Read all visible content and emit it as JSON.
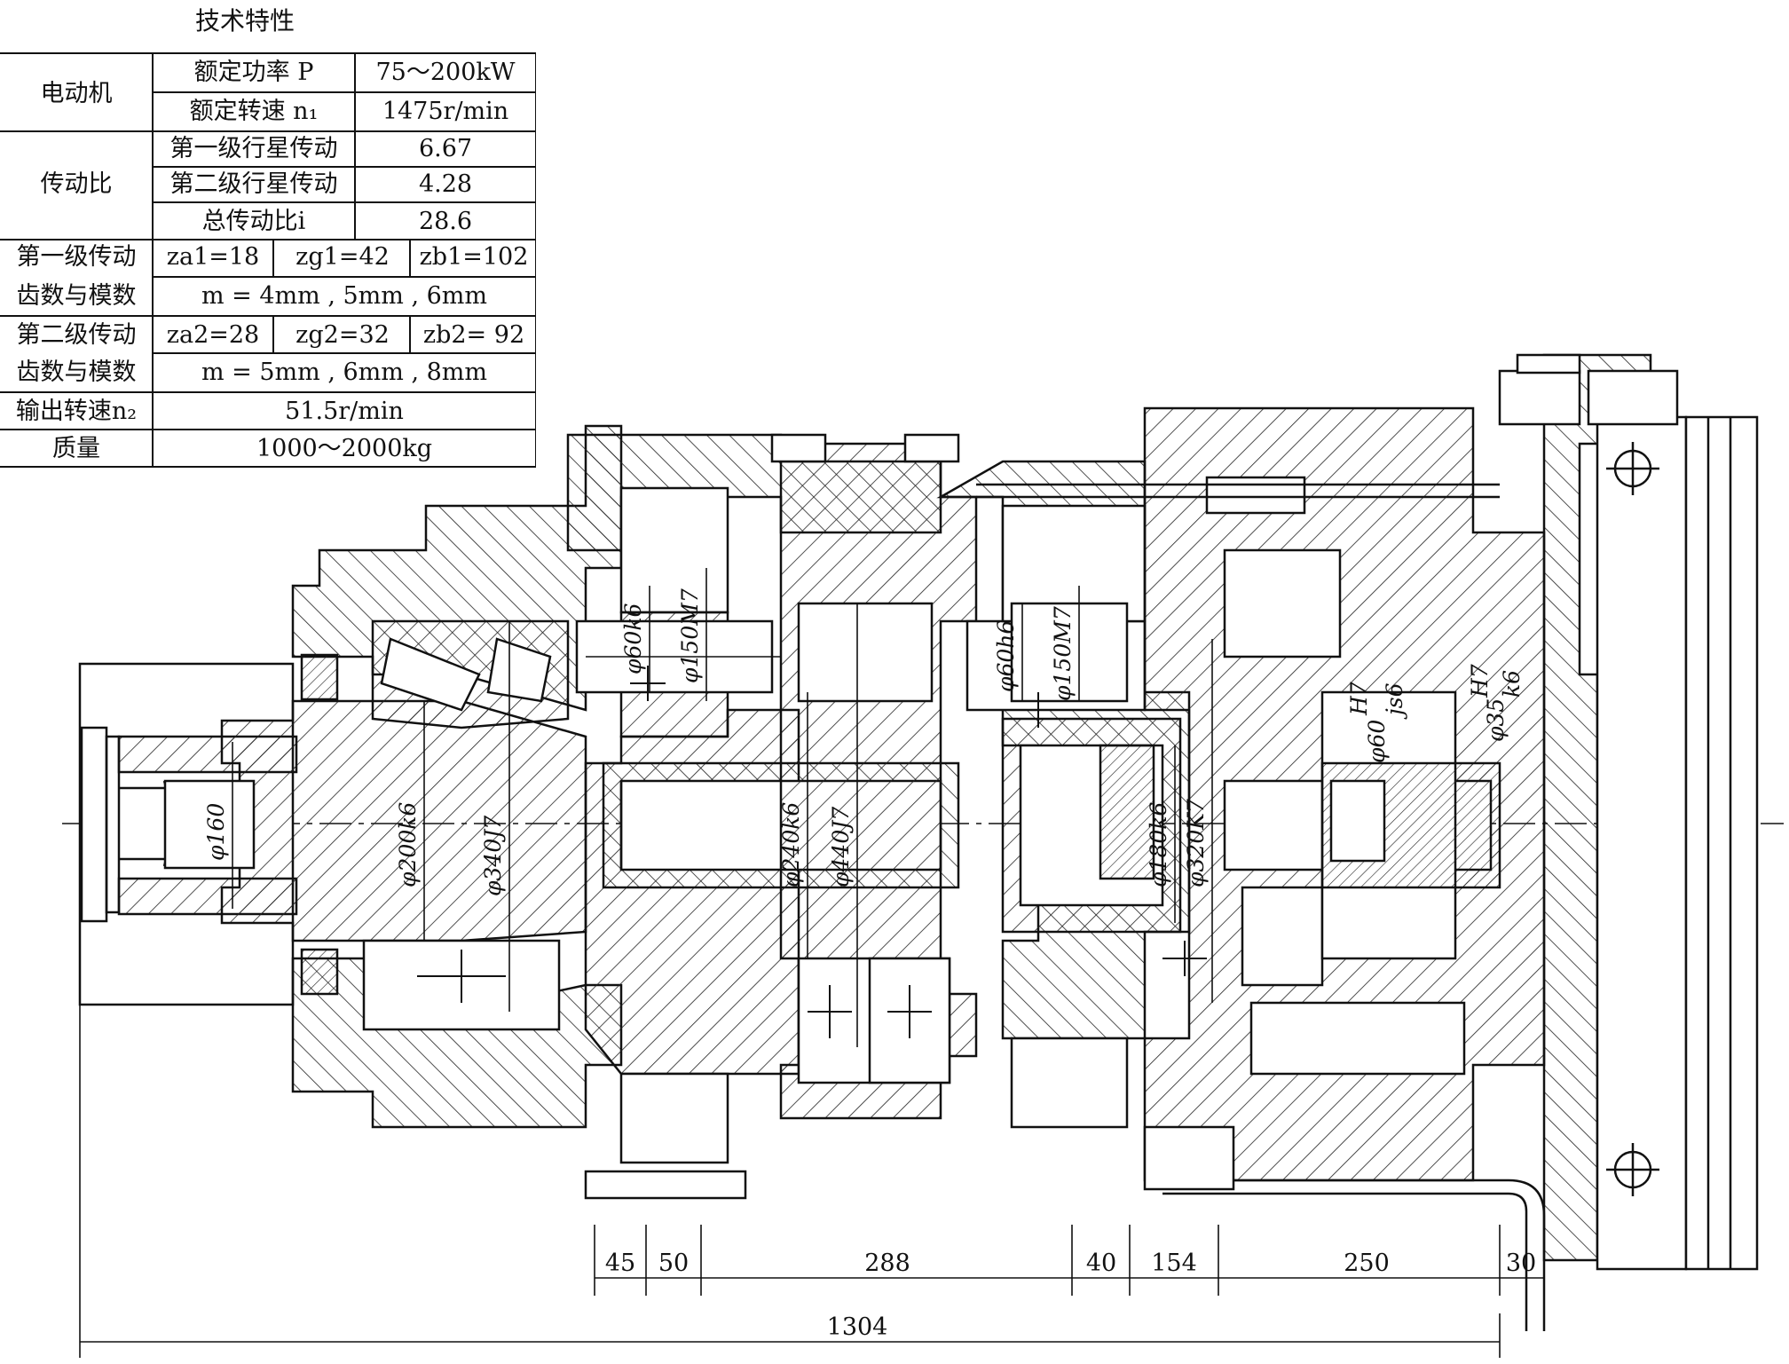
{
  "spec_title": "技术特性",
  "spec": {
    "motor_label": "电动机",
    "rated_power_label": "额定功率 P",
    "rated_power_value": "75～200kW",
    "rated_speed_label": "额定转速 n₁",
    "rated_speed_value": "1475r/min",
    "ratio_label": "传动比",
    "stage1_label": "第一级行星传动",
    "stage1_value": "6.67",
    "stage2_label": "第二级行星传动",
    "stage2_value": "4.28",
    "total_label": "总传动比i",
    "total_value": "28.6",
    "gear1_label_a": "第一级传动",
    "gear1_label_b": "齿数与模数",
    "za1": "za1=18",
    "zg1": "zg1=42",
    "zb1": "zb1=102",
    "m1": "m = 4mm , 5mm , 6mm",
    "gear2_label_a": "第二级传动",
    "gear2_label_b": "齿数与模数",
    "za2": "za2=28",
    "zg2": "zg2=32",
    "zb2": "zb2= 92",
    "m2": "m = 5mm , 6mm , 8mm",
    "output_label": "输出转速n₂",
    "output_value": "51.5r/min",
    "mass_label": "质量",
    "mass_value": "1000～2000kg"
  },
  "fits": {
    "d160": "φ160",
    "d200": "φ200k6",
    "d340": "φ340J7",
    "d60a": "φ60k6",
    "d150a": "φ150M7",
    "d240": "φ240k6",
    "d440": "φ440J7",
    "d60b": "φ60h6",
    "d150b": "φ150M7",
    "d180": "φ180k6",
    "d320": "φ320K7",
    "d60c_num": "H7",
    "d60c_den": "js6",
    "d60c_pre": "φ60",
    "d35_num": "H7",
    "d35_den": "k6",
    "d35_pre": "φ35"
  },
  "dimensions": [
    "45",
    "50",
    "288",
    "40",
    "154",
    "250",
    "30"
  ],
  "overall": "1304"
}
